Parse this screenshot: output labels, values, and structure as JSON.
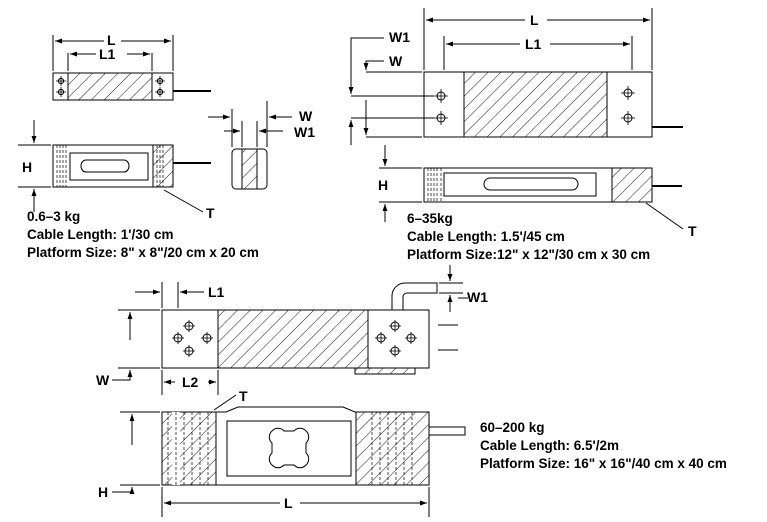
{
  "diagrams": {
    "small": {
      "labels": {
        "L": "L",
        "L1": "L1",
        "H": "H",
        "W": "W",
        "W1": "W1",
        "T": "T"
      },
      "specs": {
        "capacity": "0.6–3 kg",
        "cable": "Cable Length: 1'/30 cm",
        "platform": "Platform Size: 8\" x 8\"/20 cm x 20 cm"
      }
    },
    "medium": {
      "labels": {
        "L": "L",
        "L1": "L1",
        "W": "W",
        "W1": "W1",
        "H": "H",
        "T": "T"
      },
      "specs": {
        "capacity": "6–35kg",
        "cable": "Cable Length: 1.5'/45 cm",
        "platform": "Platform Size:12\" x 12\"/30 cm x 30 cm"
      }
    },
    "large": {
      "labels": {
        "L1": "L1",
        "W1": "W1",
        "W": "W",
        "L2": "L2",
        "T": "T",
        "H": "H",
        "L": "L"
      },
      "specs": {
        "capacity": "60–200 kg",
        "cable": "Cable Length: 6.5'/2m",
        "platform": "Platform Size: 16\" x 16\"/40 cm x 40 cm"
      }
    }
  }
}
